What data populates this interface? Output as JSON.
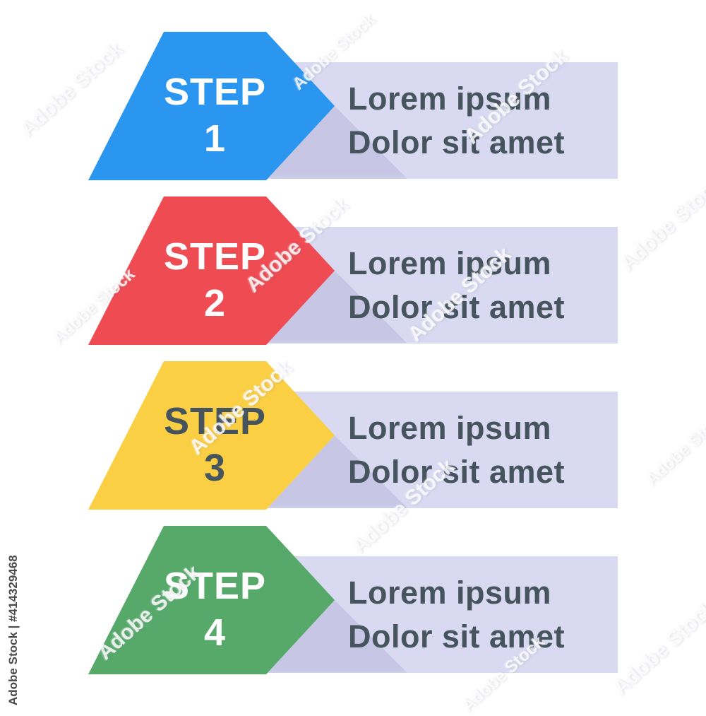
{
  "watermark": {
    "vertical_label": "Adobe Stock | #414329468",
    "tile_text": "Adobe Stock"
  },
  "colors": {
    "banner_bg": "#D9DAF1",
    "banner_text": "#46545E",
    "shadow": "#C3C4E3"
  },
  "steps": [
    {
      "label": "STEP",
      "number": "1",
      "line1": "Lorem ipsum",
      "line2": "Dolor sit amet",
      "arrow_color": "#2A96EF",
      "step_text_color": "#FFFFFF"
    },
    {
      "label": "STEP",
      "number": "2",
      "line1": "Lorem ipsum",
      "line2": "Dolor sit amet",
      "arrow_color": "#EE4B52",
      "step_text_color": "#FFFFFF"
    },
    {
      "label": "STEP",
      "number": "3",
      "line1": "Lorem ipsum",
      "line2": "Dolor sit amet",
      "arrow_color": "#FBCF44",
      "step_text_color": "#46545E"
    },
    {
      "label": "STEP",
      "number": "4",
      "line1": "Lorem ipsum",
      "line2": "Dolor sit amet",
      "arrow_color": "#57A96A",
      "step_text_color": "#FFFFFF"
    }
  ]
}
